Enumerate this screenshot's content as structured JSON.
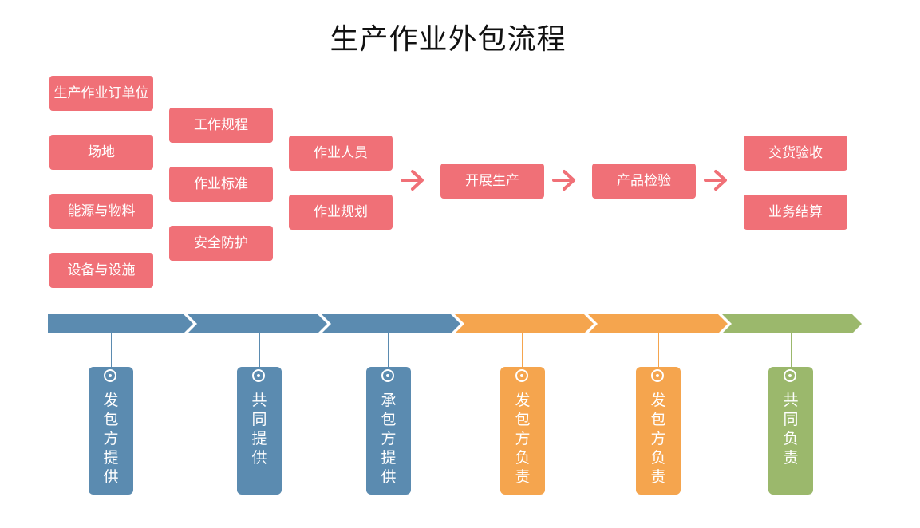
{
  "title": "生产作业外包流程",
  "colors": {
    "box": "#f07077",
    "arrow": "#f07077",
    "blue": "#5b8bb0",
    "orange": "#f5a54e",
    "green": "#9bb86c"
  },
  "columns": {
    "col1": [
      "生产作业订单位",
      "场地",
      "能源与物料",
      "设备与设施"
    ],
    "col2": [
      "工作规程",
      "作业标准",
      "安全防护"
    ],
    "col3": [
      "作业人员",
      "作业规划"
    ],
    "col4": [
      "开展生产"
    ],
    "col5": [
      "产品检验"
    ],
    "col6": [
      "交货验收",
      "业务结算"
    ]
  },
  "responsibilities": [
    {
      "text": "发包方提供",
      "color": "blue"
    },
    {
      "text": "共同提供",
      "color": "blue"
    },
    {
      "text": "承包方提供",
      "color": "blue"
    },
    {
      "text": "发包方负责",
      "color": "orange"
    },
    {
      "text": "发包方负责",
      "color": "orange"
    },
    {
      "text": "共同负责",
      "color": "green"
    }
  ]
}
